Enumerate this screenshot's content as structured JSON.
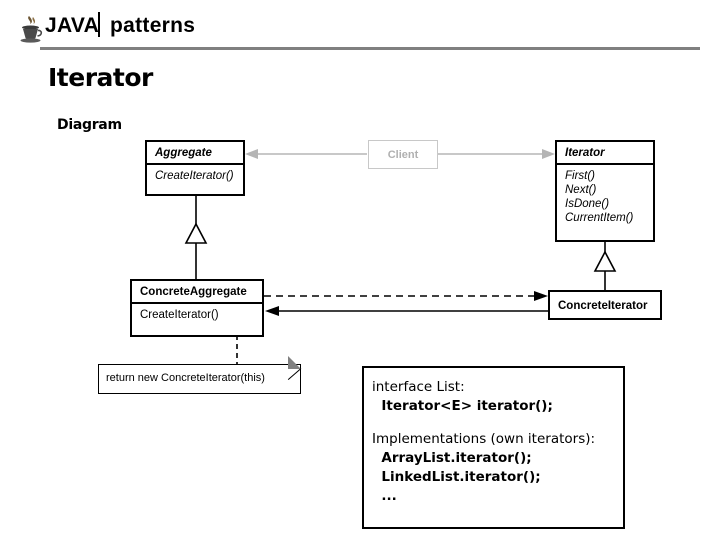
{
  "header": {
    "logo_icon": "java-coffee-cup-icon",
    "brand_primary": "JAVA",
    "separator": "|",
    "brand_secondary": "patterns"
  },
  "page_title": "Iterator",
  "section_title": "Diagram",
  "diagram": {
    "type": "uml-class-diagram",
    "classes": [
      {
        "id": "aggregate",
        "name": "Aggregate",
        "abstract": true,
        "operations": [
          "CreateIterator()"
        ],
        "operations_abstract": true
      },
      {
        "id": "client",
        "name": "Client",
        "abstract": false,
        "faded": true,
        "color": "#b0b0b0",
        "operations": []
      },
      {
        "id": "iterator",
        "name": "Iterator",
        "abstract": true,
        "operations": [
          "First()",
          "Next()",
          "IsDone()",
          "CurrentItem()"
        ],
        "operations_abstract": true
      },
      {
        "id": "concrete-aggregate",
        "name": "ConcreteAggregate",
        "abstract": false,
        "operations": [
          "CreateIterator()"
        ],
        "operations_abstract": false
      },
      {
        "id": "concrete-iterator",
        "name": "ConcreteIterator",
        "abstract": false,
        "operations": []
      }
    ],
    "relations": [
      {
        "from": "client",
        "to": "aggregate",
        "kind": "association-arrow",
        "color": "#b0b0b0"
      },
      {
        "from": "client",
        "to": "iterator",
        "kind": "association-arrow",
        "color": "#b0b0b0"
      },
      {
        "from": "concrete-aggregate",
        "to": "aggregate",
        "kind": "generalization"
      },
      {
        "from": "concrete-iterator",
        "to": "iterator",
        "kind": "generalization"
      },
      {
        "from": "concrete-aggregate",
        "to": "concrete-iterator",
        "kind": "dependency-dashed"
      },
      {
        "from": "concrete-iterator",
        "to": "concrete-aggregate",
        "kind": "association-arrow"
      }
    ],
    "note": {
      "text": "return new ConcreteIterator(this)",
      "anchored_to": "concrete-aggregate.CreateIterator()"
    }
  },
  "code_panel": {
    "lines": [
      {
        "text": "interface List:",
        "bold": false
      },
      {
        "text": "  Iterator<E> iterator();",
        "bold": true
      },
      {
        "text": "",
        "bold": false,
        "spacer": true
      },
      {
        "text": "Implementations (own iterators):",
        "bold": false
      },
      {
        "text": "  ArrayList.iterator();",
        "bold": true
      },
      {
        "text": "  LinkedList.iterator();",
        "bold": true
      },
      {
        "text": "  ...",
        "bold": true
      }
    ]
  }
}
